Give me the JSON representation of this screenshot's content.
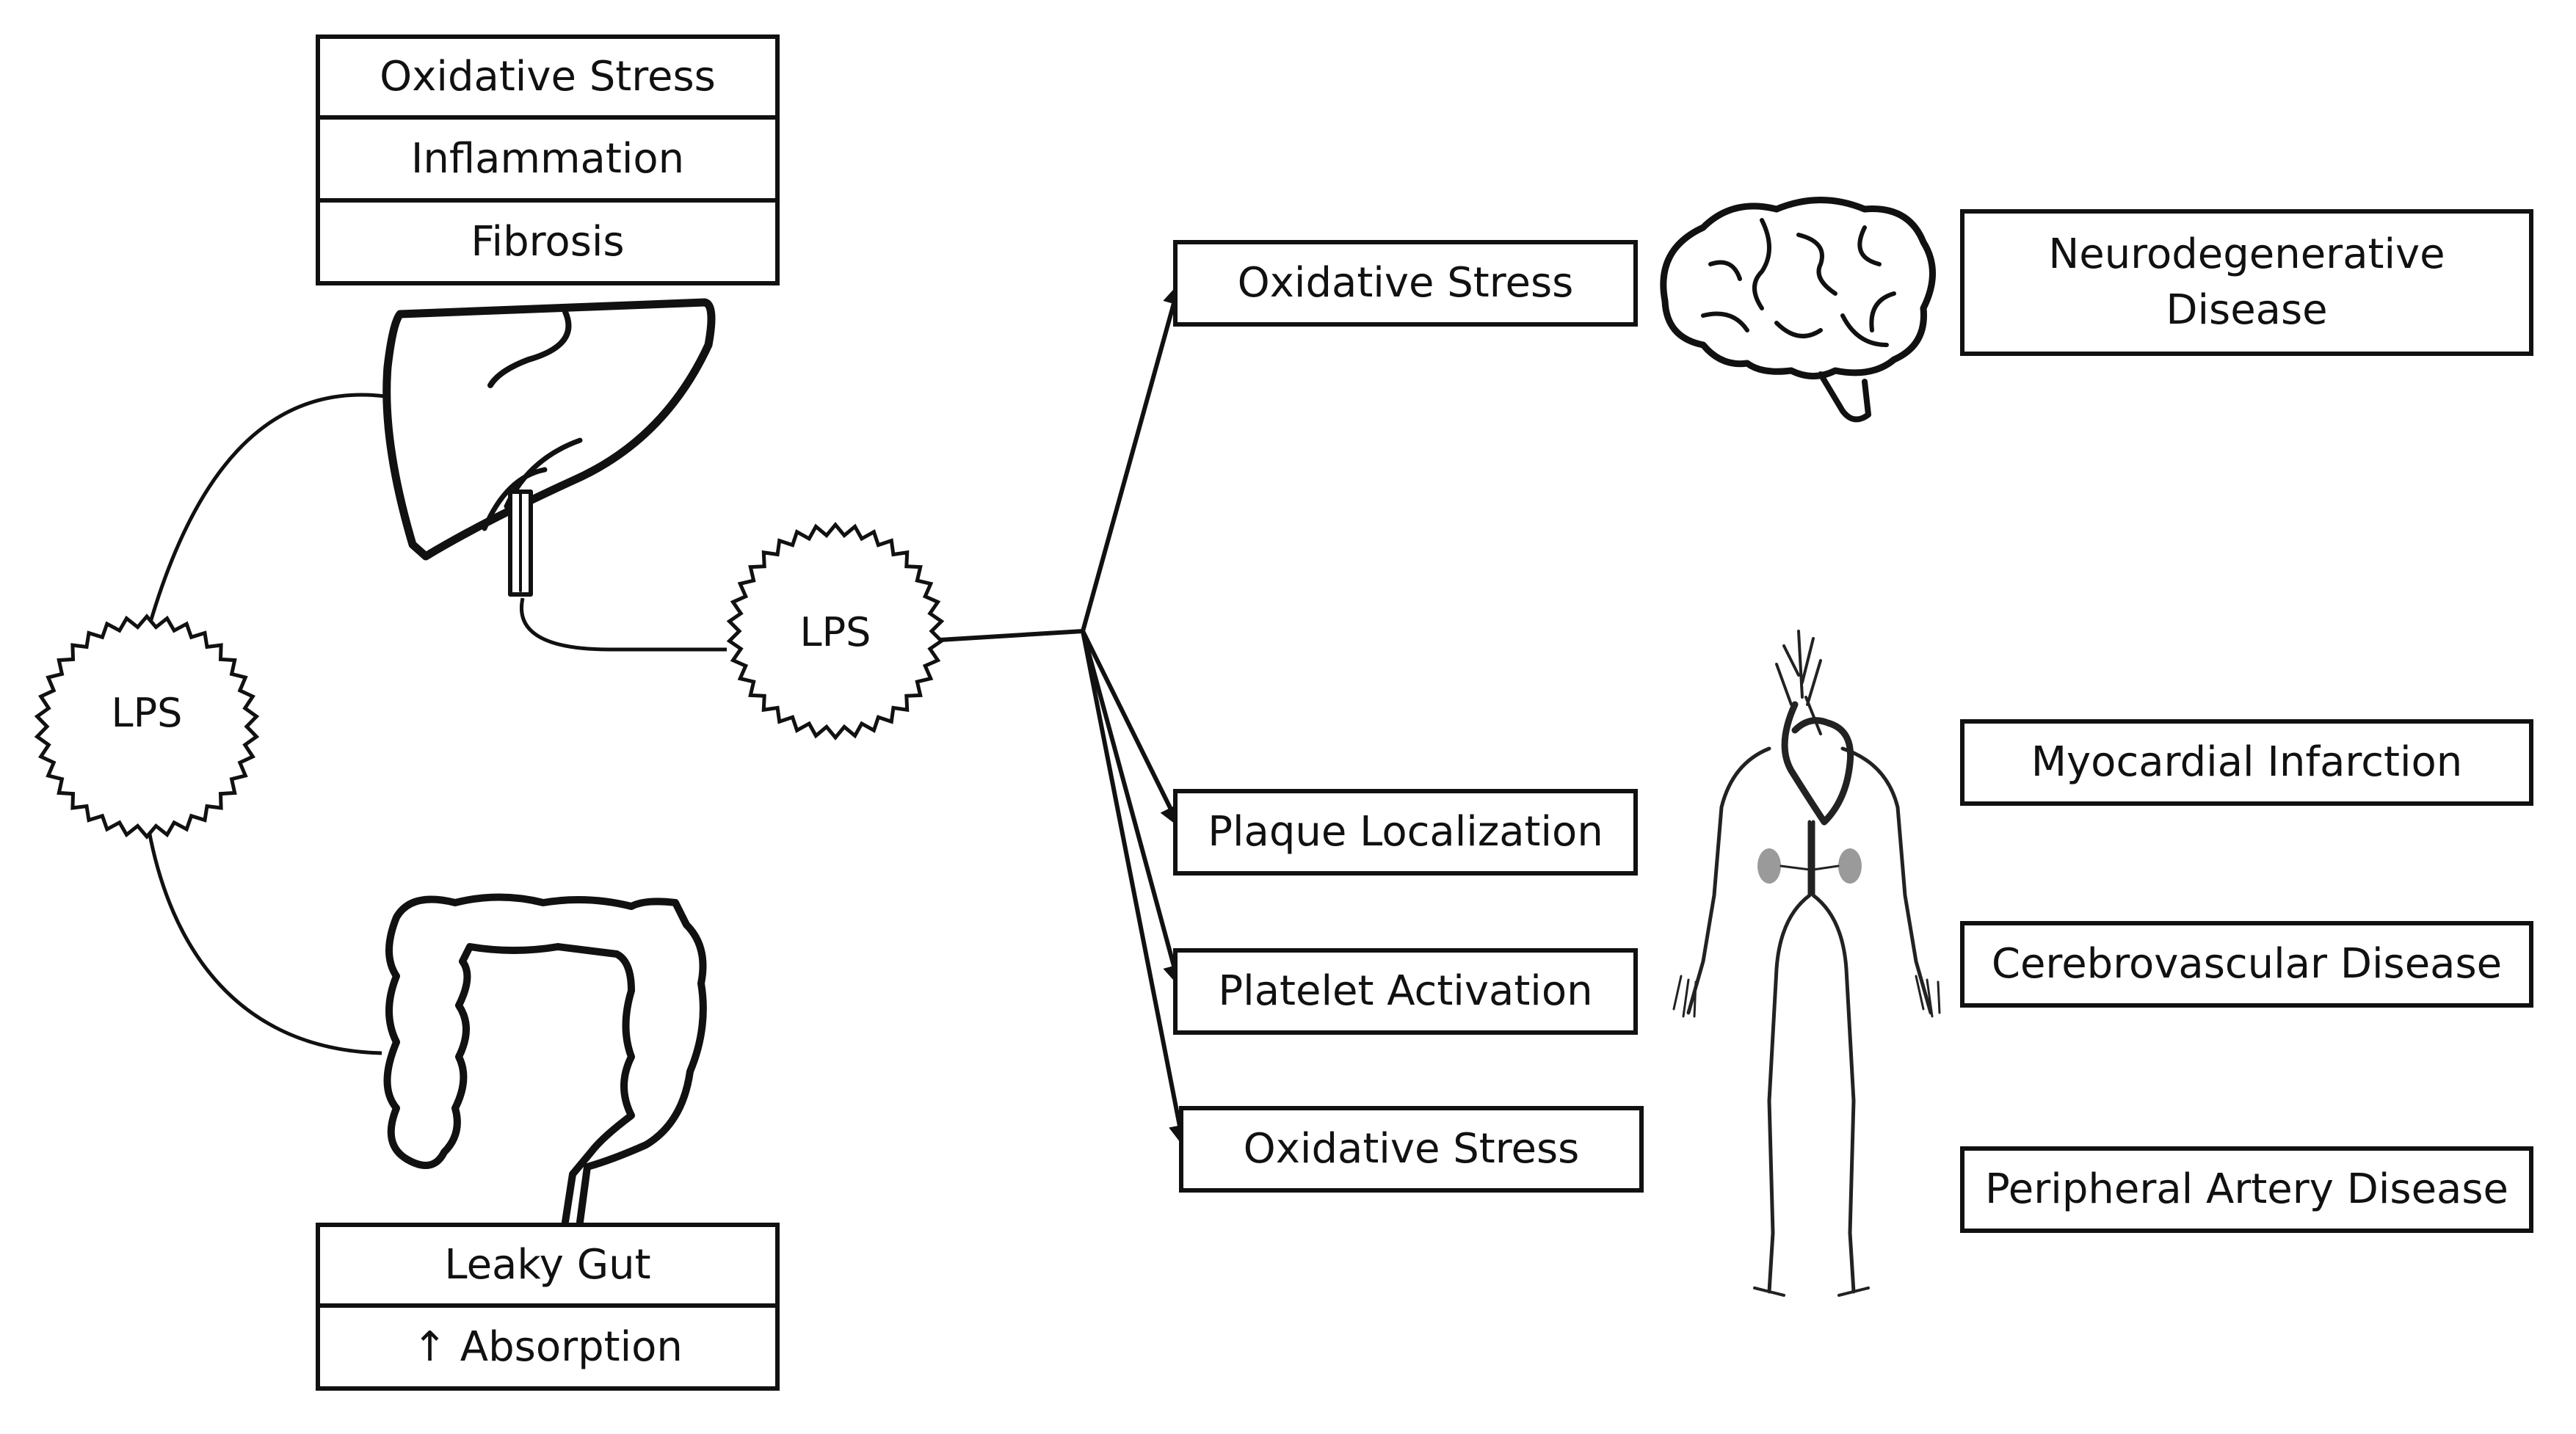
{
  "liver_labels": [
    "Oxidative Stress",
    "Inflammation",
    "Fibrosis"
  ],
  "gut_labels": [
    "Leaky Gut",
    "↑ Absorption"
  ],
  "lps_left": "LPS",
  "lps_mid": "LPS",
  "effects": {
    "brain_effect": "Oxidative Stress",
    "vascular_effects": [
      "Plaque Localization",
      "Platelet Activation",
      "Oxidative Stress"
    ]
  },
  "diseases": {
    "brain": "Neurodegenerative Disease",
    "cardiovascular": [
      "Myocardial Infarction",
      "Cerebrovascular Disease",
      "Peripheral Artery Disease"
    ]
  },
  "icons": [
    "liver-icon",
    "colon-icon",
    "brain-icon",
    "circulatory-system-icon"
  ]
}
